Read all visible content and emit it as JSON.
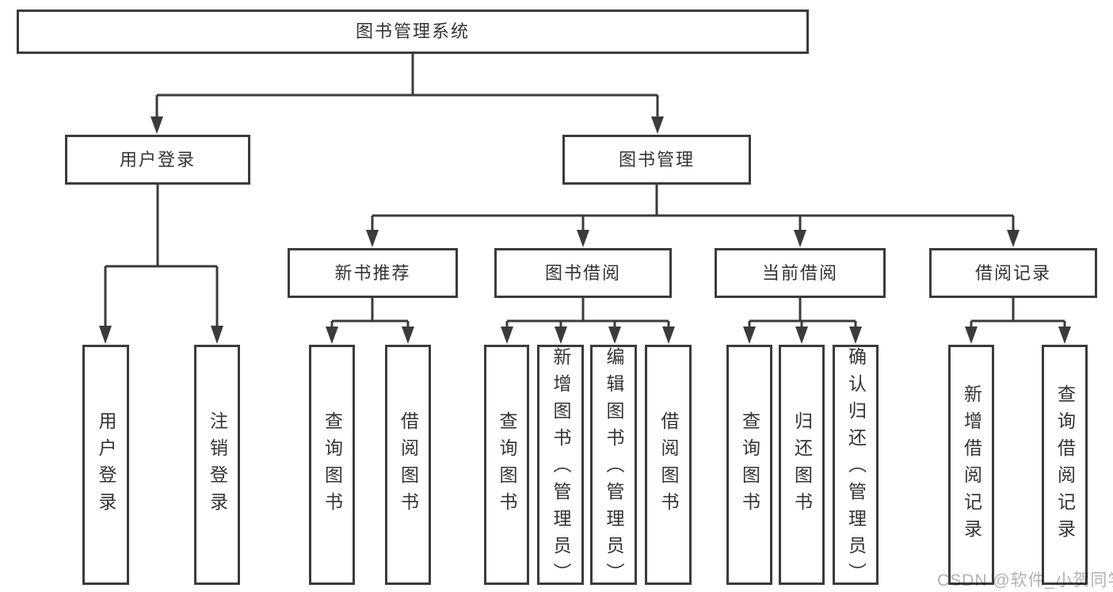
{
  "colors": {
    "line": "#3b3b3b",
    "text": "#333333",
    "box_background": "#ffffff",
    "page_background": "#ffffff",
    "watermark": "#b5b5b5"
  },
  "watermark": {
    "text": "CSDN @软件_小贺同学"
  },
  "diagram": {
    "type": "hierarchy-tree",
    "root": {
      "label": "图书管理系统"
    },
    "branches": [
      {
        "label": "用户登录",
        "children": [
          {
            "label": "用户登录"
          },
          {
            "label": "注销登录"
          }
        ]
      },
      {
        "label": "图书管理",
        "children": [
          {
            "label": "新书推荐",
            "children": [
              {
                "label": "查询图书"
              },
              {
                "label": "借阅图书"
              }
            ]
          },
          {
            "label": "图书借阅",
            "children": [
              {
                "label": "查询图书"
              },
              {
                "label": "新增图书（管理员）"
              },
              {
                "label": "编辑图书（管理员）"
              },
              {
                "label": "借阅图书"
              }
            ]
          },
          {
            "label": "当前借阅",
            "children": [
              {
                "label": "查询图书"
              },
              {
                "label": "归还图书"
              },
              {
                "label": "确认归还（管理员）"
              }
            ]
          },
          {
            "label": "借阅记录",
            "children": [
              {
                "label": "新增借阅记录"
              },
              {
                "label": "查询借阅记录"
              }
            ]
          }
        ]
      }
    ]
  }
}
